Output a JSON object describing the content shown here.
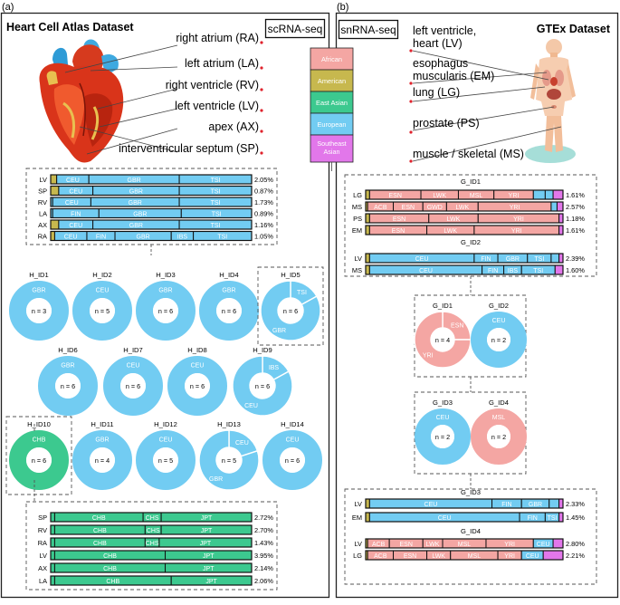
{
  "palette": {
    "european": "#72CCF2",
    "east_asian": "#3CC98F",
    "african": "#F4A6A3",
    "american": "#C7B84E",
    "southeast_asian": "#E277EA",
    "pie_white_label": "#ffffff"
  },
  "panel_a": {
    "tag": "(a)",
    "title": "Heart Cell Atlas Dataset",
    "method": "scRNA-seq",
    "tissues": [
      "right atrium (RA)",
      "left atrium (LA)",
      "right ventricle (RV)",
      "left ventricle (LV)",
      "apex (AX)",
      "interventricular septum (SP)"
    ],
    "bars_top": [
      {
        "tissue": "LV",
        "pct": "2.05%",
        "segs": [
          [
            "american",
            0.03,
            ""
          ],
          [
            "european",
            0.16,
            "CEU"
          ],
          [
            "european",
            0.45,
            "GBR"
          ],
          [
            "european",
            0.36,
            "TSI"
          ]
        ]
      },
      {
        "tissue": "SP",
        "pct": "0.87%",
        "segs": [
          [
            "american",
            0.04,
            ""
          ],
          [
            "european",
            0.17,
            "CEU"
          ],
          [
            "european",
            0.43,
            "GBR"
          ],
          [
            "european",
            0.36,
            "TSI"
          ]
        ]
      },
      {
        "tissue": "RV",
        "pct": "1.73%",
        "segs": [
          [
            "european",
            0.01,
            ""
          ],
          [
            "european",
            0.19,
            "CEU"
          ],
          [
            "european",
            0.44,
            "GBR"
          ],
          [
            "european",
            0.36,
            "TSI"
          ]
        ]
      },
      {
        "tissue": "LA",
        "pct": "0.89%",
        "segs": [
          [
            "european",
            0.01,
            ""
          ],
          [
            "european",
            0.23,
            "FIN"
          ],
          [
            "european",
            0.41,
            "GBR"
          ],
          [
            "european",
            0.35,
            "TSI"
          ]
        ]
      },
      {
        "tissue": "AX",
        "pct": "1.16%",
        "segs": [
          [
            "american",
            0.04,
            ""
          ],
          [
            "european",
            0.17,
            "CEU"
          ],
          [
            "european",
            0.43,
            "GBR"
          ],
          [
            "european",
            0.36,
            "TSI"
          ]
        ]
      },
      {
        "tissue": "RA",
        "pct": "1.05%",
        "segs": [
          [
            "american",
            0.02,
            ""
          ],
          [
            "european",
            0.16,
            "CEU"
          ],
          [
            "european",
            0.14,
            "FIN"
          ],
          [
            "european",
            0.28,
            "GBR"
          ],
          [
            "european",
            0.11,
            "IBS"
          ],
          [
            "european",
            0.29,
            "TSI"
          ]
        ]
      }
    ],
    "donors": [
      {
        "id": "H_ID1",
        "n": "n = 3",
        "slices": [
          [
            "european",
            1.0,
            "GBR"
          ]
        ],
        "boxed": false
      },
      {
        "id": "H_ID2",
        "n": "n = 5",
        "slices": [
          [
            "european",
            1.0,
            "CEU"
          ]
        ],
        "boxed": false
      },
      {
        "id": "H_ID3",
        "n": "n = 6",
        "slices": [
          [
            "european",
            1.0,
            "GBR"
          ]
        ],
        "boxed": false
      },
      {
        "id": "H_ID4",
        "n": "n = 6",
        "slices": [
          [
            "european",
            1.0,
            "GBR"
          ]
        ],
        "boxed": false
      },
      {
        "id": "H_ID5",
        "n": "n = 6",
        "slices": [
          [
            "european",
            0.17,
            "TSI"
          ],
          [
            "european",
            0.83,
            "GBR"
          ]
        ],
        "boxed": true
      },
      {
        "id": "H_ID6",
        "n": "n = 6",
        "slices": [
          [
            "european",
            1.0,
            "GBR"
          ]
        ],
        "boxed": false
      },
      {
        "id": "H_ID7",
        "n": "n = 6",
        "slices": [
          [
            "european",
            1.0,
            "CEU"
          ]
        ],
        "boxed": false
      },
      {
        "id": "H_ID8",
        "n": "n = 6",
        "slices": [
          [
            "european",
            1.0,
            "CEU"
          ]
        ],
        "boxed": false
      },
      {
        "id": "H_ID9",
        "n": "n = 6",
        "slices": [
          [
            "european",
            0.17,
            "IBS"
          ],
          [
            "european",
            0.83,
            "CEU"
          ]
        ],
        "boxed": false
      },
      {
        "id": "H_ID10",
        "n": "n = 6",
        "slices": [
          [
            "east_asian",
            1.0,
            "CHB"
          ]
        ],
        "boxed": true
      },
      {
        "id": "H_ID11",
        "n": "n = 4",
        "slices": [
          [
            "european",
            1.0,
            "GBR"
          ]
        ],
        "boxed": false
      },
      {
        "id": "H_ID12",
        "n": "n = 5",
        "slices": [
          [
            "european",
            1.0,
            "CEU"
          ]
        ],
        "boxed": false
      },
      {
        "id": "H_ID13",
        "n": "n = 5",
        "slices": [
          [
            "european",
            0.2,
            "CEU"
          ],
          [
            "european",
            0.8,
            "GBR"
          ]
        ],
        "boxed": false
      },
      {
        "id": "H_ID14",
        "n": "n = 6",
        "slices": [
          [
            "european",
            1.0,
            "CEU"
          ]
        ],
        "boxed": false
      }
    ],
    "bars_bottom": [
      {
        "tissue": "SP",
        "pct": "2.72%",
        "segs": [
          [
            "east_asian",
            0.02,
            ""
          ],
          [
            "east_asian",
            0.44,
            "CHB"
          ],
          [
            "east_asian",
            0.09,
            "CHS"
          ],
          [
            "east_asian",
            0.45,
            "JPT"
          ]
        ]
      },
      {
        "tissue": "RV",
        "pct": "2.70%",
        "segs": [
          [
            "east_asian",
            0.02,
            ""
          ],
          [
            "east_asian",
            0.45,
            "CHB"
          ],
          [
            "east_asian",
            0.08,
            "CHS"
          ],
          [
            "east_asian",
            0.45,
            "JPT"
          ]
        ]
      },
      {
        "tissue": "RA",
        "pct": "1.43%",
        "segs": [
          [
            "east_asian",
            0.02,
            ""
          ],
          [
            "east_asian",
            0.45,
            "CHB"
          ],
          [
            "east_asian",
            0.07,
            "CHS"
          ],
          [
            "east_asian",
            0.46,
            "JPT"
          ]
        ]
      },
      {
        "tissue": "LV",
        "pct": "3.95%",
        "segs": [
          [
            "east_asian",
            0.02,
            ""
          ],
          [
            "east_asian",
            0.55,
            "CHB"
          ],
          [
            "east_asian",
            0.43,
            "JPT"
          ]
        ]
      },
      {
        "tissue": "AX",
        "pct": "2.14%",
        "segs": [
          [
            "east_asian",
            0.02,
            ""
          ],
          [
            "east_asian",
            0.55,
            "CHB"
          ],
          [
            "east_asian",
            0.43,
            "JPT"
          ]
        ]
      },
      {
        "tissue": "LA",
        "pct": "2.06%",
        "segs": [
          [
            "east_asian",
            0.02,
            ""
          ],
          [
            "east_asian",
            0.58,
            "CHB"
          ],
          [
            "east_asian",
            0.4,
            "JPT"
          ]
        ]
      }
    ]
  },
  "legend": [
    {
      "label": "African",
      "color": "african"
    },
    {
      "label": "American",
      "color": "american"
    },
    {
      "label": "East Asian",
      "color": "east_asian"
    },
    {
      "label": "European",
      "color": "european"
    },
    {
      "label": "Southeast Asian",
      "color": "southeast_asian"
    }
  ],
  "panel_b": {
    "tag": "(b)",
    "title": "GTEx Dataset",
    "method": "snRNA-seq",
    "tissues": [
      "left ventricle, heart (LV)",
      "esophagus muscularis (EM)",
      "lung (LG)",
      "prostate (PS)",
      "muscle / skeletal (MS)"
    ],
    "groups": [
      {
        "title": "G_ID1",
        "rows": [
          {
            "tissue": "LG",
            "pct": "1.61%",
            "segs": [
              [
                "american",
                0.02,
                ""
              ],
              [
                "african",
                0.26,
                "ESN"
              ],
              [
                "african",
                0.19,
                "LWK"
              ],
              [
                "african",
                0.18,
                "MSL"
              ],
              [
                "african",
                0.2,
                "YRI"
              ],
              [
                "european",
                0.06,
                ""
              ],
              [
                "european",
                0.04,
                ""
              ],
              [
                "southeast_asian",
                0.05,
                ""
              ]
            ]
          },
          {
            "tissue": "MS",
            "pct": "2.57%",
            "segs": [
              [
                "american",
                0.01,
                ""
              ],
              [
                "african",
                0.13,
                "ACB"
              ],
              [
                "african",
                0.15,
                "ESN"
              ],
              [
                "african",
                0.12,
                "GWD"
              ],
              [
                "african",
                0.16,
                "LWK"
              ],
              [
                "african",
                0.37,
                "YRI"
              ],
              [
                "european",
                0.03,
                ""
              ],
              [
                "southeast_asian",
                0.03,
                ""
              ]
            ]
          },
          {
            "tissue": "PS",
            "pct": "1.18%",
            "segs": [
              [
                "american",
                0.02,
                ""
              ],
              [
                "african",
                0.3,
                "ESN"
              ],
              [
                "african",
                0.25,
                "LWK"
              ],
              [
                "african",
                0.41,
                "YRI"
              ],
              [
                "southeast_asian",
                0.02,
                ""
              ]
            ]
          },
          {
            "tissue": "EM",
            "pct": "1.61%",
            "segs": [
              [
                "american",
                0.02,
                ""
              ],
              [
                "african",
                0.29,
                "ESN"
              ],
              [
                "african",
                0.24,
                "LWK"
              ],
              [
                "african",
                0.43,
                "YRI"
              ],
              [
                "southeast_asian",
                0.02,
                ""
              ]
            ]
          }
        ]
      },
      {
        "title": "G_ID2",
        "rows": [
          {
            "tissue": "LV",
            "pct": "2.39%",
            "segs": [
              [
                "american",
                0.02,
                ""
              ],
              [
                "european",
                0.53,
                "CEU"
              ],
              [
                "european",
                0.12,
                "FIN"
              ],
              [
                "european",
                0.15,
                "GBR"
              ],
              [
                "european",
                0.12,
                "TSI"
              ],
              [
                "european",
                0.04,
                ""
              ],
              [
                "southeast_asian",
                0.02,
                ""
              ]
            ]
          },
          {
            "tissue": "MS",
            "pct": "1.60%",
            "segs": [
              [
                "american",
                0.02,
                ""
              ],
              [
                "european",
                0.57,
                "CEU"
              ],
              [
                "european",
                0.11,
                "FIN"
              ],
              [
                "european",
                0.09,
                "IBS"
              ],
              [
                "european",
                0.17,
                "TSI"
              ],
              [
                "southeast_asian",
                0.04,
                ""
              ]
            ]
          }
        ]
      },
      {
        "title": "G_ID3",
        "rows": [
          {
            "tissue": "LV",
            "pct": "2.33%",
            "segs": [
              [
                "american",
                0.02,
                ""
              ],
              [
                "european",
                0.62,
                "CEU"
              ],
              [
                "european",
                0.15,
                "FIN"
              ],
              [
                "european",
                0.14,
                "GBR"
              ],
              [
                "european",
                0.05,
                ""
              ],
              [
                "southeast_asian",
                0.02,
                ""
              ]
            ]
          },
          {
            "tissue": "EM",
            "pct": "1.45%",
            "segs": [
              [
                "american",
                0.02,
                ""
              ],
              [
                "european",
                0.76,
                "CEU"
              ],
              [
                "european",
                0.13,
                "FIN"
              ],
              [
                "european",
                0.07,
                "TSI"
              ],
              [
                "southeast_asian",
                0.02,
                ""
              ]
            ]
          }
        ]
      },
      {
        "title": "G_ID4",
        "rows": [
          {
            "tissue": "LV",
            "pct": "2.80%",
            "segs": [
              [
                "american",
                0.01,
                ""
              ],
              [
                "african",
                0.11,
                "ACB"
              ],
              [
                "african",
                0.17,
                "ESN"
              ],
              [
                "african",
                0.1,
                "LWK"
              ],
              [
                "african",
                0.22,
                "MSL"
              ],
              [
                "african",
                0.24,
                "YRI"
              ],
              [
                "european",
                0.1,
                "CEU"
              ],
              [
                "southeast_asian",
                0.05,
                ""
              ]
            ]
          },
          {
            "tissue": "LG",
            "pct": "2.21%",
            "segs": [
              [
                "american",
                0.01,
                ""
              ],
              [
                "african",
                0.13,
                "ACB"
              ],
              [
                "african",
                0.17,
                "ESN"
              ],
              [
                "african",
                0.12,
                "LWK"
              ],
              [
                "african",
                0.24,
                "MSL"
              ],
              [
                "african",
                0.12,
                "YRI"
              ],
              [
                "european",
                0.11,
                "CEU"
              ],
              [
                "southeast_asian",
                0.1,
                ""
              ]
            ]
          }
        ]
      }
    ],
    "donors": [
      {
        "id": "G_ID1",
        "n": "n = 4",
        "slices": [
          [
            "african",
            0.25,
            "ESN"
          ],
          [
            "african",
            0.75,
            "YRI"
          ]
        ]
      },
      {
        "id": "G_ID2",
        "n": "n = 2",
        "slices": [
          [
            "european",
            1.0,
            "CEU"
          ]
        ]
      },
      {
        "id": "G_ID3",
        "n": "n = 2",
        "slices": [
          [
            "european",
            1.0,
            "CEU"
          ]
        ]
      },
      {
        "id": "G_ID4",
        "n": "n = 2",
        "slices": [
          [
            "african",
            1.0,
            "MSL"
          ]
        ]
      }
    ]
  }
}
